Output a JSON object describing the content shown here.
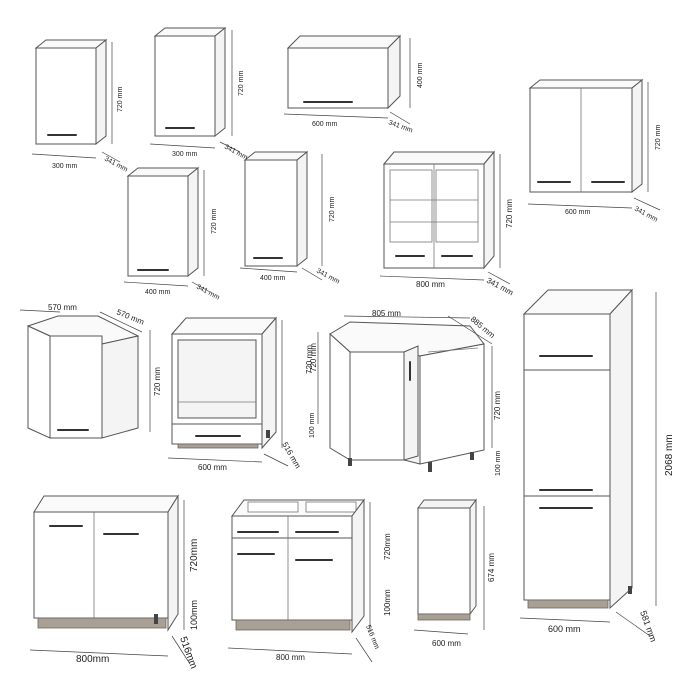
{
  "labels": {
    "w300a": "300 mm",
    "h720a": "720 mm",
    "d341a": "341 mm",
    "w300b": "300 mm",
    "h720b": "720 mm",
    "d341b": "341 mm",
    "w600c": "600 mm",
    "h400c": "400 mm",
    "d341c": "341 mm",
    "w600d": "600 mm",
    "h720d": "720 mm",
    "d341d": "341 mm",
    "w400e": "400 mm",
    "h720e": "720 mm",
    "d341e": "341 mm",
    "w400f": "400 mm",
    "h720f": "720 mm",
    "d341f": "341 mm",
    "w800g": "800 mm",
    "h720g": "720 mm",
    "d341g": "341 mm",
    "w570h1": "570 mm",
    "w570h2": "570 mm",
    "h720h": "720 mm",
    "w600i": "600 mm",
    "h720i": "720 mm",
    "h100i": "100 mm",
    "d516i": "516 mm",
    "w805j": "805 mm",
    "w885j": "885 mm",
    "h720j1": "720 mm",
    "h720j2": "720 mm",
    "h100j": "100 mm",
    "w600k": "600 mm",
    "h2068k": "2068 mm",
    "d581k": "581 mm",
    "w800l": "800mm",
    "h720l": "720mm",
    "h100l": "100mm",
    "d516l": "516mm",
    "w800m": "800 mm",
    "h720m": "720mm",
    "h100m": "100mm",
    "d516m": "516 mm",
    "w600n": "600 mm",
    "h674n": "674 mm"
  }
}
